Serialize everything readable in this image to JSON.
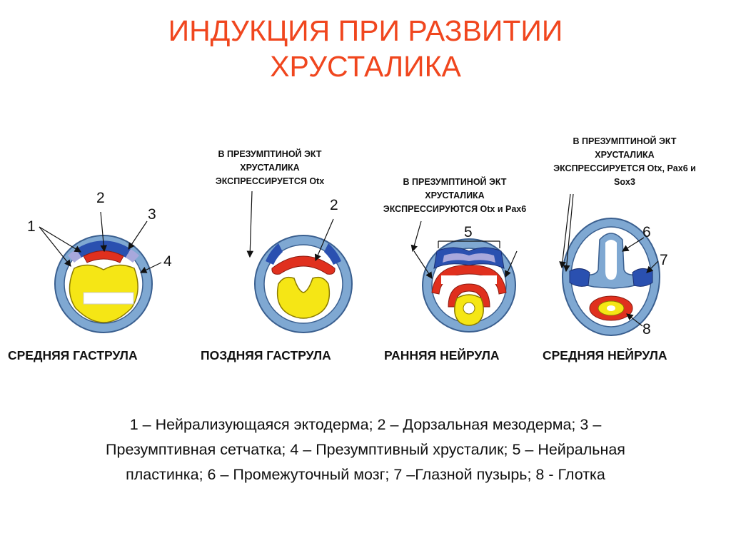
{
  "title": {
    "line1": "ИНДУКЦИЯ ПРИ РАЗВИТИИ",
    "line2": "ХРУСТАЛИКА"
  },
  "colors": {
    "title": "#f0461e",
    "ectoderm": "#7fa8d2",
    "mesoderm": "#e0301e",
    "endoderm": "#f5e615",
    "neural": "#2a50b0",
    "background": "#ffffff"
  },
  "notes": {
    "otx": [
      "В ПРЕЗУМПТИНОЙ ЭКТ",
      "ХРУСТАЛИКА",
      "ЭКСПРЕССИРУЕТСЯ Otx"
    ],
    "otx_pax6": [
      "В ПРЕЗУМПТИНОЙ ЭКТ",
      "ХРУСТАЛИКА",
      "ЭКСПРЕССИРУЮТСЯ Otx и Pax6"
    ],
    "otx_pax6_sox3": [
      "В ПРЕЗУМПТИНОЙ ЭКТ",
      "ХРУСТАЛИКА",
      "ЭКСПРЕССИРУЕТСЯ Otx, Pax6 и",
      "Sox3"
    ]
  },
  "stages": [
    "СРЕДНЯЯ ГАСТРУЛА",
    "ПОЗДНЯЯ ГАСТРУЛА",
    "РАННЯЯ НЕЙРУЛА",
    "СРЕДНЯЯ НЕЙРУЛА"
  ],
  "numbers": {
    "n1": "1",
    "n2": "2",
    "n3": "3",
    "n4": "4",
    "n2b": "2",
    "n5": "5",
    "n6": "6",
    "n7": "7",
    "n8": "8"
  },
  "legend": [
    "1 – Нейрализующаяся эктодерма; 2 – Дорзальная мезодерма; 3 –",
    "Презумптивная сетчатка; 4 – Презумптивный хрусталик; 5 – Нейральная",
    "пластинка; 6 – Промежуточный мозг; 7 –Глазной пузырь; 8 - Глотка"
  ]
}
